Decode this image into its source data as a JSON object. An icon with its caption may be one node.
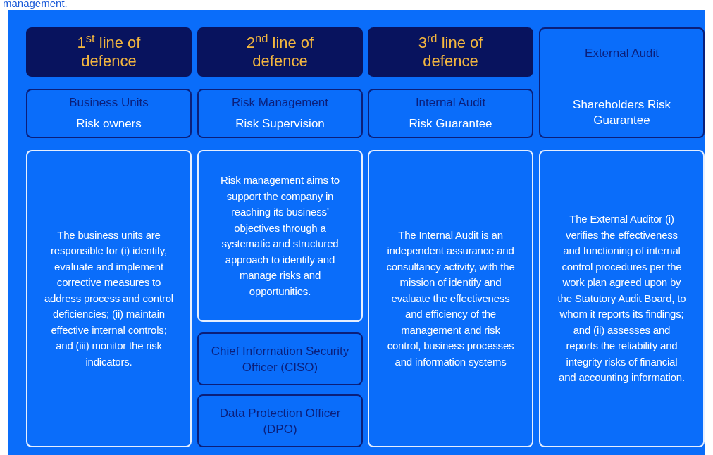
{
  "diagram": {
    "nodes": [
      {
        "text": [
          "1$^{st}$ line of defence"
        ]
      },
      {
        "text": [
          "2$^{nd}$ line of defence"
        ]
      },
      {
        "text": [
          "3$^{rd}$ line of defence"
        ]
      },
      {
        "text": [
          "External Audit",
          "Shareholders Risk Guarantee"
        ]
      },
      {
        "text": [
          "Business Units",
          "Risk owners"
        ]
      },
      {
        "text": [
          "Risk Management",
          "Risk Supervision"
        ]
      },
      {
        "text": [
          "Internal Audit",
          "Risk Guarantee"
        ]
      },
      {
        "text": [
          "The business units are responsible for (i) identify, evaluate and implement corrective measures to address process and control deficiencies; (ii) maintain effective internal controls; and (iii) monitor the risk indicators."
        ]
      },
      {
        "text": [
          "Risk management aims to support the company in reaching its business’ objectives through a systematic and structured approach to identify and manage risks and opportunities."
        ]
      },
      {
        "text": [
          "Chief Information Security Officer (CISO)"
        ]
      },
      {
        "text": [
          "Data Protection Officer (DPO)"
        ]
      },
      {
        "text": [
          "The Internal Audit is an independent assurance and consultancy activity, with the mission of identify and evaluate the effectiveness and efficiency of the management and risk control, business processes and information systems"
        ]
      },
      {
        "text": [
          "The External Auditor (i) verifies the effectiveness and functioning of internal control procedures per the work plan agreed upon by the Statutory Audit Board, to whom it reports its findings; and (ii) assesses and reports the reliability and integrity risks of financial and accounting information."
        ]
      }
    ],
    "labels": [
      "management."
    ]
  }
}
